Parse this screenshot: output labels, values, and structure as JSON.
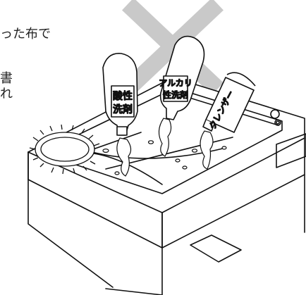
{
  "caption": {
    "line1": "った布で",
    "line2": "書",
    "line3": "れ"
  },
  "labels": {
    "bottle_acid_top": "酸性",
    "bottle_acid_bottom": "洗剤",
    "bottle_alkali_top": "アルカリ",
    "bottle_alkali_bottom": "性洗剤",
    "bottle_cleanser": "クレンザー"
  },
  "colors": {
    "cross": "#c9c9c9",
    "line": "#111111",
    "text": "#222222"
  },
  "icons": {
    "prohibition": "cross-mark",
    "scrub_brush": "scrub-brush-icon"
  }
}
